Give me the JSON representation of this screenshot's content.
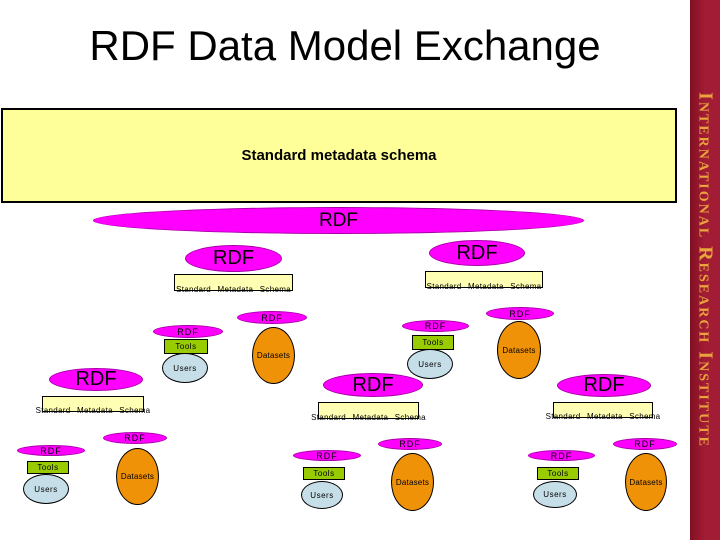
{
  "title": "RDF Data Model Exchange",
  "banner": {
    "text": "Standard metadata schema"
  },
  "sidebar": {
    "text": "International Research Institute"
  },
  "labels": {
    "rdf": "RDF",
    "schema": "Standard Metadata Schema",
    "tools": "Tools",
    "users": "Users",
    "datasets": "Datasets"
  },
  "colors": {
    "rdf_magenta": "#FF00FF",
    "banner_yellow": "#FFFF99",
    "schema_yellow": "#FFFFB3",
    "tools_green": "#99CC00",
    "users_blue": "#C6DEE7",
    "datasets_orange": "#F09208",
    "sidebar_red": "#A21C36",
    "sidebar_gold": "#E9A43C"
  }
}
